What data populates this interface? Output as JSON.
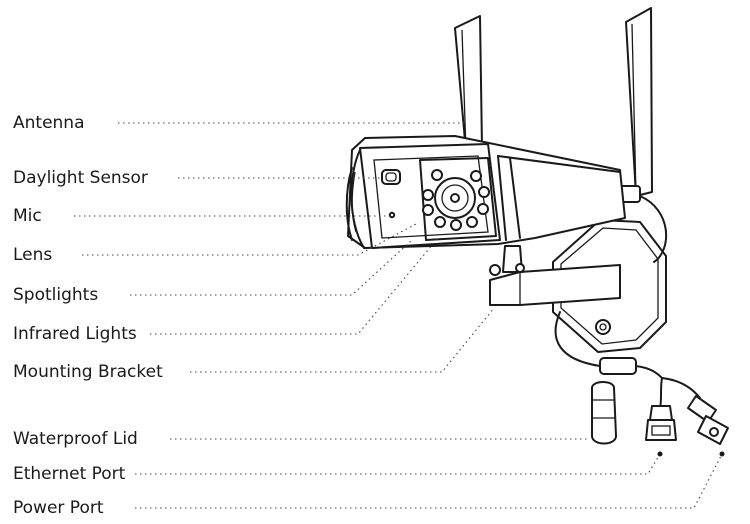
{
  "labels": {
    "antenna": "Antenna",
    "daylight_sensor": "Daylight Sensor",
    "mic": "Mic",
    "lens": "Lens",
    "spotlights": "Spotlights",
    "infrared_lights": "Infrared Lights",
    "mounting_bracket": "Mounting Bracket",
    "waterproof_lid": "Waterproof Lid",
    "ethernet_port": "Ethernet Port",
    "power_port": "Power Port"
  },
  "colors": {
    "ink": "#1a1a1a",
    "background": "#ffffff"
  }
}
